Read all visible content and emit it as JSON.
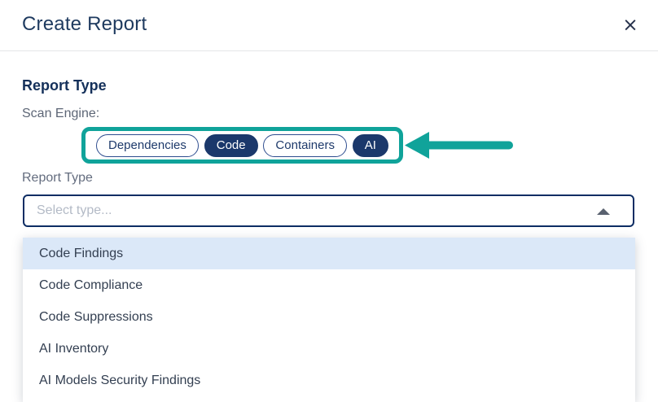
{
  "dialog": {
    "title": "Create Report",
    "close_icon": "×"
  },
  "section": {
    "heading": "Report Type"
  },
  "scan_engine": {
    "label": "Scan Engine:",
    "pills": [
      {
        "label": "Dependencies",
        "selected": false
      },
      {
        "label": "Code",
        "selected": true
      },
      {
        "label": "Containers",
        "selected": false
      },
      {
        "label": "AI",
        "selected": true
      }
    ],
    "annotation": {
      "type": "highlight-box-with-left-arrow",
      "color": "#10a39a"
    }
  },
  "report_type": {
    "label": "Report Type",
    "placeholder": "Select type...",
    "dropdown_icon": "caret-up",
    "options": [
      {
        "label": "Code Findings",
        "highlighted": true
      },
      {
        "label": "Code Compliance",
        "highlighted": false
      },
      {
        "label": "Code Suppressions",
        "highlighted": false
      },
      {
        "label": "AI Inventory",
        "highlighted": false
      },
      {
        "label": "AI Models Security Findings",
        "highlighted": false
      }
    ]
  },
  "colors": {
    "accent_teal": "#10a39a",
    "navy_solid_pill": "#1b386b",
    "select_border_navy": "#0e2d64",
    "highlighted_row": "#dbe8f8",
    "title_navy": "#1e3a5f"
  }
}
